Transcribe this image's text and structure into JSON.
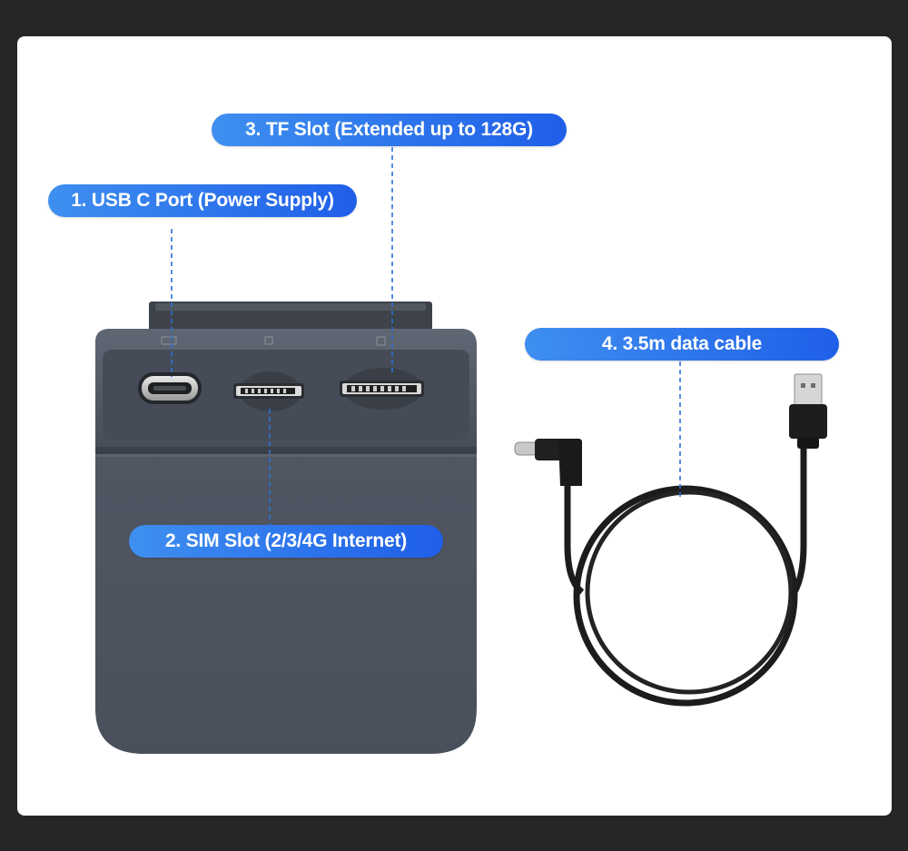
{
  "callouts": {
    "usb_c_port": "1. USB C Port (Power Supply)",
    "sim_slot": "2. SIM Slot (2/3/4G Internet)",
    "tf_slot": "3. TF Slot (Extended up to 128G)",
    "data_cable": "4. 3.5m data cable"
  },
  "colors": {
    "background": "#262626",
    "card": "#ffffff",
    "pill_start": "#3f8ff0",
    "pill_end": "#1f5fe8",
    "leader_line": "#2d6fd8",
    "device_body": "#4b515c",
    "cable": "#1c1c1c"
  }
}
